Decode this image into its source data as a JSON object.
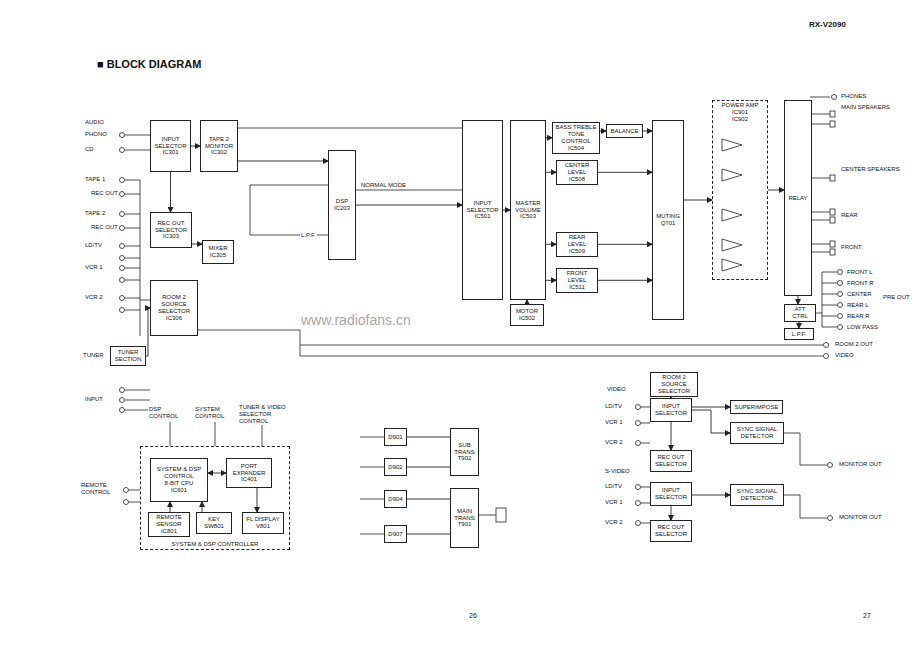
{
  "diagram": {
    "nodes": [
      {
        "text": [
          "INPUT SELECTOR",
          "IC301"
        ]
      },
      {
        "text": [
          "TAPE 2 MONITOR",
          "IC302"
        ]
      },
      {
        "text": [
          "REC OUT SELECTOR",
          "IC303"
        ]
      },
      {
        "text": [
          "MIXER",
          "IC305"
        ]
      },
      {
        "text": [
          "ROOM 2 SOURCE SELECTOR",
          "IC306"
        ]
      },
      {
        "text": [
          "TUNER SECTION"
        ]
      },
      {
        "text": [
          "DSP",
          "IC203"
        ]
      },
      {
        "text": [
          "INPUT SELECTOR",
          "IC501"
        ]
      },
      {
        "text": [
          "MASTER VOLUME",
          "IC503"
        ]
      },
      {
        "text": [
          "BASS TREBLE TONE CONTROL",
          "IC504"
        ]
      },
      {
        "text": [
          "CENTER LEVEL",
          "IC508"
        ]
      },
      {
        "text": [
          "REAR LEVEL",
          "IC509"
        ]
      },
      {
        "text": [
          "FRONT LEVEL",
          "IC511"
        ]
      },
      {
        "text": [
          "BALANCE"
        ]
      },
      {
        "text": [
          "MUTING",
          "Q701"
        ]
      },
      {
        "text": [
          "POWER AMP",
          "IC901",
          "IC902"
        ]
      },
      {
        "text": [
          "RELAY"
        ]
      },
      {
        "text": [
          "ATT CTRL"
        ]
      },
      {
        "text": [
          "L.P.F."
        ]
      },
      {
        "text": [
          "MOTOR",
          "IC502"
        ]
      },
      {
        "text": [
          "SYSTEM & DSP CONTROLLER"
        ]
      },
      {
        "text": [
          "SYSTEM & DSP CONTROL",
          "8-BIT CPU",
          "IC601"
        ],
        "in": 20
      },
      {
        "text": [
          "PORT EXPANDER",
          "IC401"
        ],
        "in": 20
      },
      {
        "text": [
          "REMOTE SENSOR",
          "IC801"
        ],
        "in": 20
      },
      {
        "text": [
          "KEY",
          "SW801"
        ],
        "in": 20
      },
      {
        "text": [
          "FL DISPLAY",
          "V801"
        ],
        "in": 20
      },
      {
        "text": [
          "ROOM 2 SOURCE SELECTOR"
        ]
      },
      {
        "text": [
          "INPUT SELECTOR"
        ]
      },
      {
        "text": [
          "SUPERIMPOSE"
        ]
      },
      {
        "text": [
          "SYNC SIGNAL DETECTOR"
        ]
      },
      {
        "text": [
          "REC OUT SELECTOR"
        ]
      },
      {
        "text": [
          "INPUT SELECTOR"
        ]
      },
      {
        "text": [
          "SYNC SIGNAL DETECTOR"
        ]
      },
      {
        "text": [
          "REC OUT SELECTOR"
        ]
      },
      {
        "text": [
          "SUB TRANS",
          "T902"
        ]
      },
      {
        "text": [
          "MAIN TRANS",
          "T901"
        ]
      },
      {
        "text": [
          "D901"
        ]
      },
      {
        "text": [
          "D902"
        ]
      },
      {
        "text": [
          "D904"
        ]
      },
      {
        "text": [
          "D907"
        ]
      }
    ],
    "edges": [
      {
        "from": 0,
        "to": 1,
        "arrow": "to"
      },
      {
        "from": 1,
        "to": 6,
        "arrow": "to"
      },
      {
        "from": 6,
        "to": 7,
        "arrow": "to"
      },
      {
        "from": 7,
        "to": 8,
        "arrow": "to"
      },
      {
        "from": 8,
        "to": 9,
        "arrow": "to"
      },
      {
        "from": 9,
        "to": 13,
        "arrow": "to"
      },
      {
        "from": 13,
        "to": 14,
        "arrow": "to"
      },
      {
        "from": 8,
        "to": 10,
        "arrow": "to"
      },
      {
        "from": 8,
        "to": 11,
        "arrow": "to"
      },
      {
        "from": 8,
        "to": 12,
        "arrow": "to"
      },
      {
        "from": 10,
        "to": 14,
        "arrow": "to"
      },
      {
        "from": 11,
        "to": 14,
        "arrow": "to"
      },
      {
        "from": 12,
        "to": 14,
        "arrow": "to"
      },
      {
        "from": 14,
        "to": 15,
        "arrow": "to"
      },
      {
        "from": 15,
        "to": 16,
        "arrow": "to"
      },
      {
        "from": 16,
        "to": 17,
        "arrow": "to"
      },
      {
        "from": 17,
        "to": 18,
        "arrow": "to"
      },
      {
        "from": 19,
        "to": 8,
        "arrow": "to"
      },
      {
        "from": 0,
        "to": 2,
        "arrow": "to"
      },
      {
        "from": 2,
        "to": 3,
        "arrow": "to"
      },
      {
        "from": 5,
        "to": 4,
        "arrow": "to"
      },
      {
        "from": 23,
        "to": 21,
        "arrow": "to"
      },
      {
        "from": 24,
        "to": 21,
        "arrow": "to"
      },
      {
        "from": 21,
        "to": 22,
        "arrow": "both"
      },
      {
        "from": 22,
        "to": 25,
        "arrow": "to"
      },
      {
        "from": 27,
        "to": 26,
        "arrow": "to"
      },
      {
        "from": 27,
        "to": 28,
        "arrow": "to"
      },
      {
        "from": 27,
        "to": 29,
        "arrow": "to"
      },
      {
        "from": 27,
        "to": 30,
        "arrow": "to"
      },
      {
        "from": 31,
        "to": 32,
        "arrow": "to"
      },
      {
        "from": 31,
        "to": 33,
        "arrow": "to"
      },
      {
        "from": 34,
        "to": 36,
        "arrow": "none"
      },
      {
        "from": 34,
        "to": 37,
        "arrow": "none"
      },
      {
        "from": 35,
        "to": 38,
        "arrow": "none"
      },
      {
        "from": 35,
        "to": 39,
        "arrow": "none"
      }
    ],
    "labels": [
      "RX-V2090",
      "■ BLOCK DIAGRAM",
      "AUDIO",
      "PHONO",
      "CD",
      "TAPE 1",
      "REC OUT",
      "TAPE 2",
      "REC OUT",
      "LD/TV",
      "VCR 1",
      "VCR 2",
      "TUNER",
      "INPUT",
      "REMOTE CONTROL",
      "DSP CONTROL",
      "SYSTEM CONTROL",
      "TUNER & VIDEO SELECTOR CONTROL",
      "L.P.F.",
      "NORMAL MODE",
      "PHONES",
      "MAIN SPEAKERS",
      "CENTER SPEAKERS",
      "REAR",
      "FRONT",
      "FRONT L",
      "FRONT R",
      "CENTER",
      "REAR L",
      "REAR R",
      "LOW PASS",
      "PRE OUT",
      "ROOM 2 OUT",
      "VIDEO",
      "VIDEO",
      "LD/TV",
      "VCR 1",
      "VCR 2",
      "S-VIDEO",
      "LD/TV",
      "VCR 1",
      "VCR 2",
      "MONITOR OUT",
      "MONITOR OUT",
      "26",
      "27",
      "www.radiofans.cn"
    ]
  }
}
